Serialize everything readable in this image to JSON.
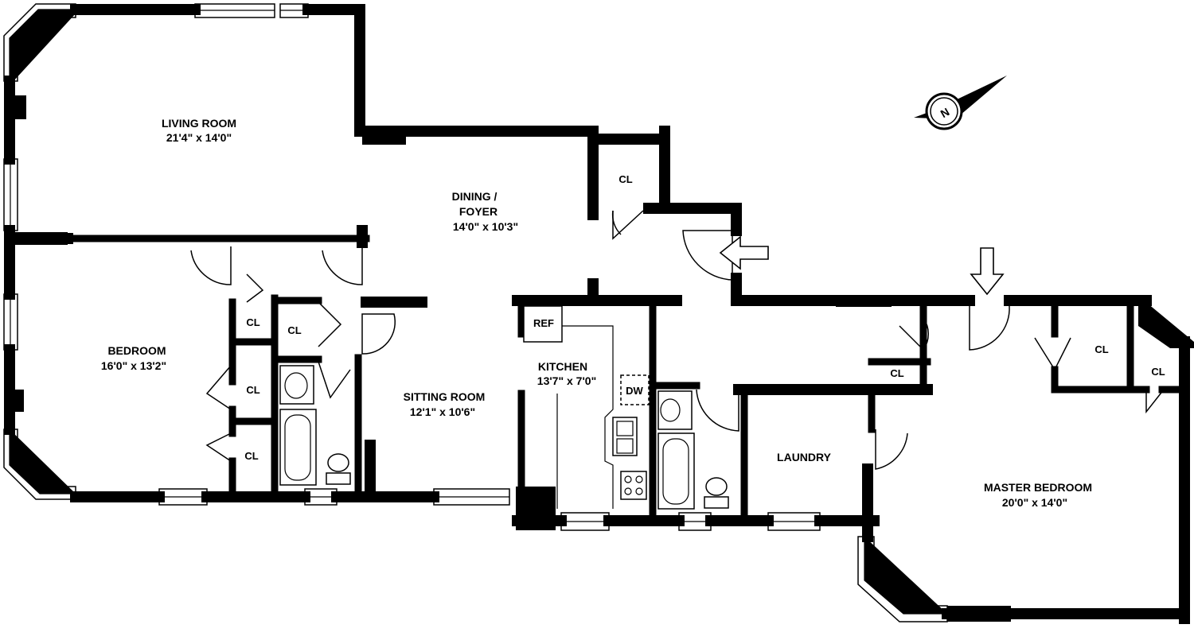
{
  "rooms": {
    "living_room": {
      "name": "LIVING ROOM",
      "dims": "21'4\" x 14'0\""
    },
    "dining_foyer": {
      "name_line1": "DINING /",
      "name_line2": "FOYER",
      "dims": "14'0\" x 10'3\""
    },
    "bedroom": {
      "name": "BEDROOM",
      "dims": "16'0\" x 13'2\""
    },
    "sitting_room": {
      "name": "SITTING ROOM",
      "dims": "12'1\" x 10'6\""
    },
    "kitchen": {
      "name": "KITCHEN",
      "dims": "13'7\" x 7'0\""
    },
    "laundry": {
      "name": "LAUNDRY"
    },
    "master_bedroom": {
      "name": "MASTER BEDROOM",
      "dims": "20'0\" x 14'0\""
    }
  },
  "closets": [
    "CL",
    "CL",
    "CL",
    "CL",
    "CL",
    "CL",
    "CL",
    "CL"
  ],
  "appliances": {
    "refrigerator": "REF",
    "dishwasher": "DW"
  },
  "compass": {
    "letter": "N"
  }
}
